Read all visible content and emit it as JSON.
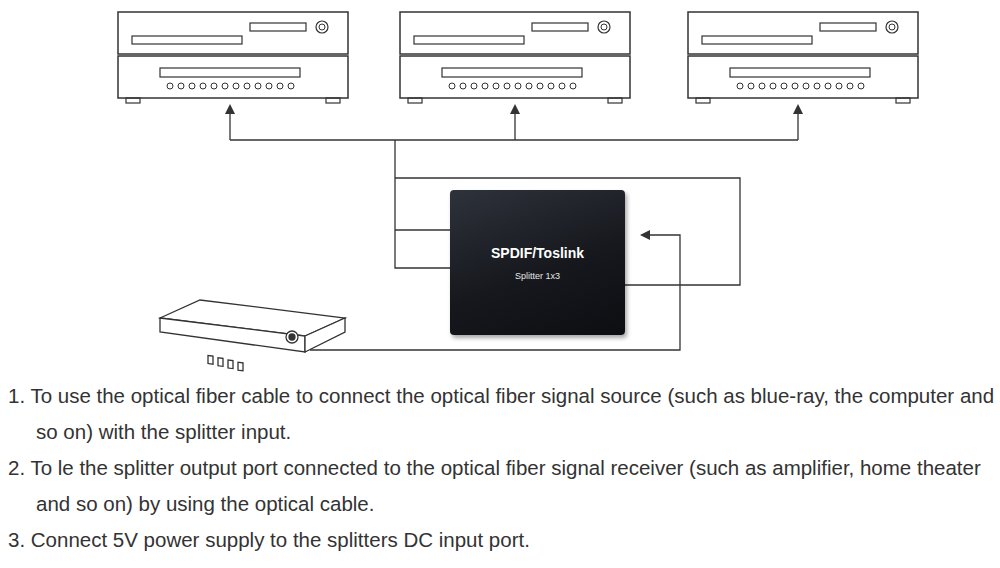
{
  "diagram": {
    "nodes": [
      {
        "text": [
          "SPDIF/Toslink",
          "Splitter 1x3"
        ]
      }
    ],
    "labels": [
      "1. To use the optical fiber cable to connect the optical fiber signal source (such as blue-ray, the computer and so on) with the splitter input.",
      "2. To le the splitter output port connected to the optical fiber signal receiver (such as amplifier, home theater and so on) by using the optical cable.",
      "3. Connect 5V power supply to the splitters DC input port."
    ]
  }
}
